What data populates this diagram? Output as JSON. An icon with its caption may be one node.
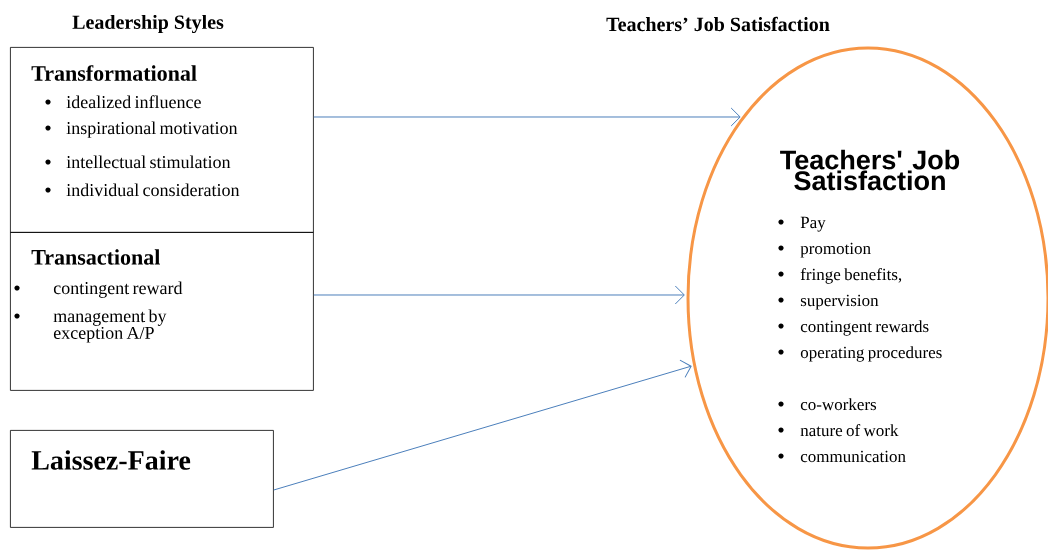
{
  "diagram": {
    "nodes": [
      {
        "text": [
          "Transformational",
          "idealized influence",
          "inspirational motivation",
          "intellectual stimulation",
          "individual consideration"
        ]
      },
      {
        "text": [
          "Transactional",
          "contingent reward",
          "management by exception A/P"
        ]
      },
      {
        "text": [
          "Laissez-Faire"
        ]
      },
      {
        "text": [
          "Teachers' Job Satisfaction",
          "Pay",
          "promotion",
          "fringe benefits,",
          "supervision",
          "contingent rewards",
          "operating procedures",
          "co-workers",
          "nature of work",
          "communication"
        ]
      }
    ],
    "edges": [
      {
        "from": 0,
        "to": 3,
        "arrow": "to"
      },
      {
        "from": 1,
        "to": 3,
        "arrow": "to"
      },
      {
        "from": 2,
        "to": 3,
        "arrow": "to"
      }
    ],
    "labels": [
      "Leadership Styles",
      "Teachers’ Job Satisfaction"
    ]
  }
}
